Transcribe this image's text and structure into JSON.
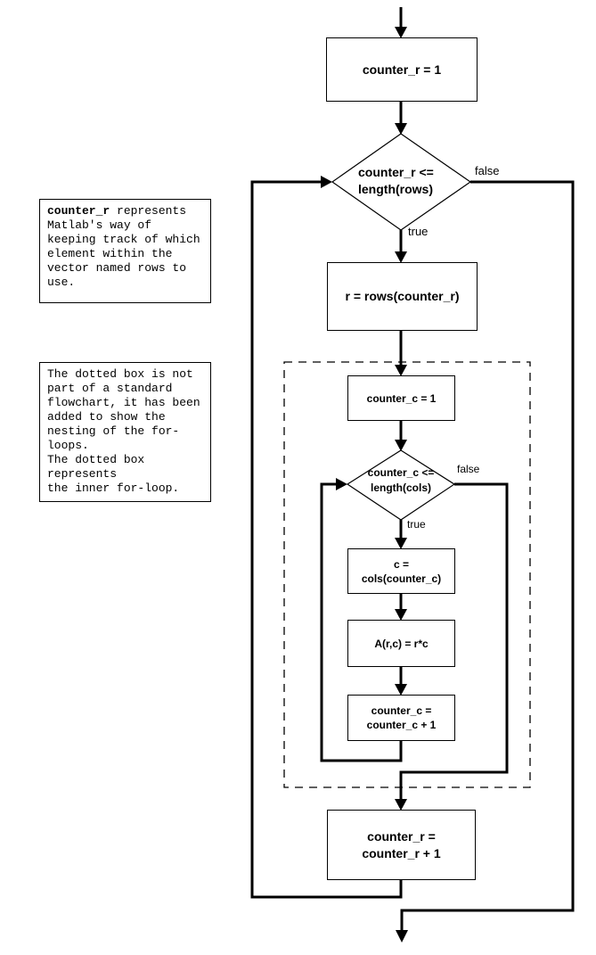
{
  "flowchart": {
    "nodes": {
      "init_r": "counter_r = 1",
      "cond_outer": [
        "counter_r <=",
        "length(rows)"
      ],
      "assign_r": "r = rows(counter_r)",
      "init_c": "counter_c = 1",
      "cond_inner": [
        "counter_c <=",
        "length(cols)"
      ],
      "assign_c": [
        "c =",
        "cols(counter_c)"
      ],
      "compute": "A(r,c) = r*c",
      "incr_c": [
        "counter_c =",
        "counter_c + 1"
      ],
      "incr_r": [
        "counter_r =",
        "counter_r + 1"
      ]
    },
    "branch_labels": {
      "outer_true": "true",
      "outer_false": "false",
      "inner_true": "true",
      "inner_false": "false"
    }
  },
  "annotations": {
    "note_counter_r": {
      "term": "counter_r",
      "first_line_rest": " represents",
      "lines": [
        "Matlab's way of",
        "keeping track of which",
        "element within the",
        "vector named rows to",
        "use."
      ]
    },
    "note_dotted_box": {
      "lines": [
        "The dotted box is not",
        "part of a standard",
        "flowchart, it has been",
        "added to show the",
        "nesting of the for-",
        "loops.",
        "The dotted box",
        "represents",
        "the inner for-loop."
      ]
    }
  },
  "colors": {
    "ink": "#000000",
    "background": "#ffffff"
  }
}
